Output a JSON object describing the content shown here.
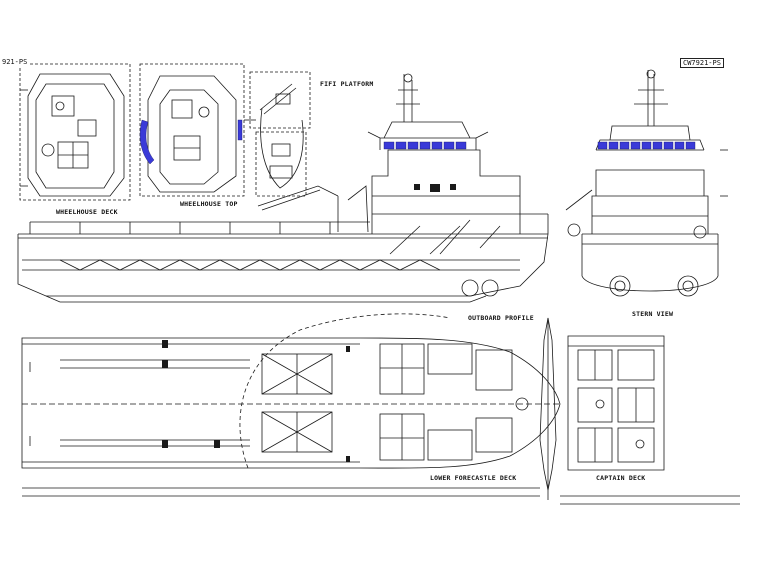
{
  "drawing": {
    "ref_left": "921-PS",
    "ref_right": "CW7921-PS"
  },
  "views": {
    "wheelhouse_deck": "WHEELHOUSE DECK",
    "wheelhouse_top": "WHEELHOUSE TOP",
    "fifi_platform": "FIFI PLATFORM",
    "outboard_profile": "OUTBOARD PROFILE",
    "stern_view": "STERN VIEW",
    "lower_forecastle_deck": "LOWER FORECASTLE DECK",
    "captain_deck": "CAPTAIN DECK"
  },
  "colors": {
    "line": "#1a1a1a",
    "window_blue": "#3a3ad8",
    "paper": "#ffffff"
  }
}
